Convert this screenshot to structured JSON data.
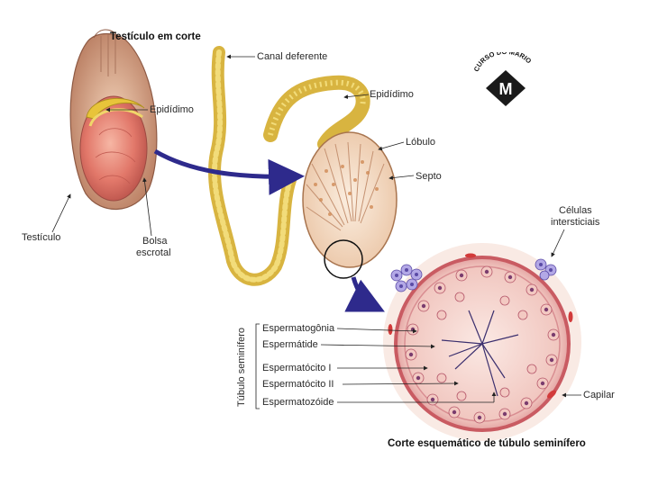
{
  "titles": {
    "testis_section": "Testículo em corte",
    "tubule_section": "Corte esquemático de túbulo seminífero"
  },
  "labels": {
    "epididimo_left": "Epidídimo",
    "testiculo": "Testículo",
    "bolsa_line1": "Bolsa",
    "bolsa_line2": "escrotal",
    "canal": "Canal deferente",
    "epididimo_right": "Epidídimo",
    "lobulo": "Lóbulo",
    "septo": "Septo",
    "celulas_line1": "Células",
    "celulas_line2": "intersticiais",
    "capilar": "Capilar",
    "tubulo_axis": "Túbulo seminífero"
  },
  "cell_types": [
    "Espermatogônia",
    "Espermátide",
    "Espermatócito I",
    "Espermatócito II",
    "Espermatozóide"
  ],
  "logo": {
    "text": "CURSO DO MÁRIO",
    "letter": "M"
  },
  "colors": {
    "arrow": "#2e2a8c",
    "skin": "#c98a74",
    "testis": "#e07a6a",
    "epididymis": "#e6c23a",
    "tubule_wall": "#c95b62",
    "interstitial": "#8c7fd0",
    "capillary": "#d23a3a"
  }
}
